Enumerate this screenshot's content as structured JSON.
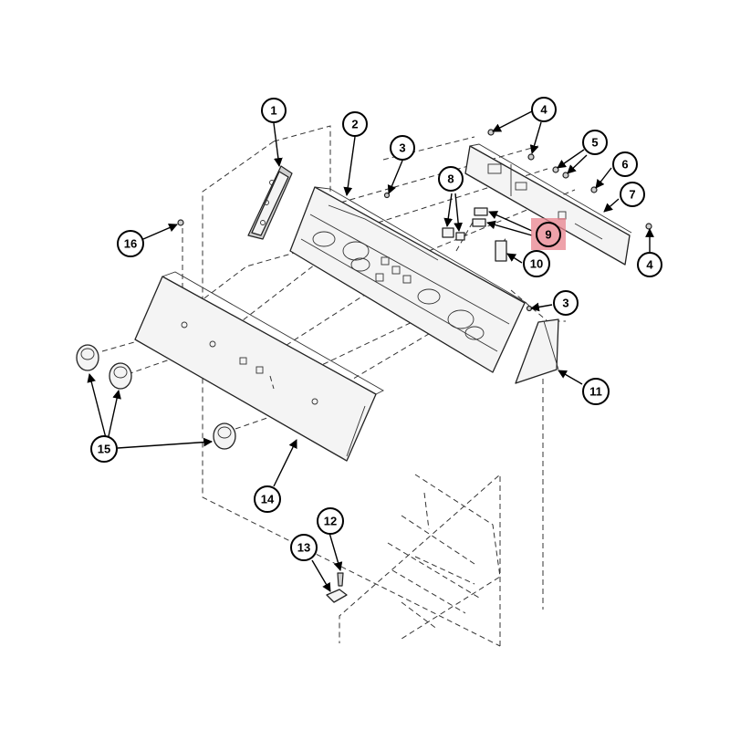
{
  "diagram": {
    "highlight_color": "#e8838e",
    "callouts": [
      {
        "label": "1"
      },
      {
        "label": "2"
      },
      {
        "label": "3"
      },
      {
        "label": "3"
      },
      {
        "label": "4"
      },
      {
        "label": "4"
      },
      {
        "label": "5"
      },
      {
        "label": "6"
      },
      {
        "label": "7"
      },
      {
        "label": "8"
      },
      {
        "label": "9"
      },
      {
        "label": "10"
      },
      {
        "label": "11"
      },
      {
        "label": "12"
      },
      {
        "label": "13"
      },
      {
        "label": "14"
      },
      {
        "label": "15"
      },
      {
        "label": "16"
      }
    ]
  }
}
